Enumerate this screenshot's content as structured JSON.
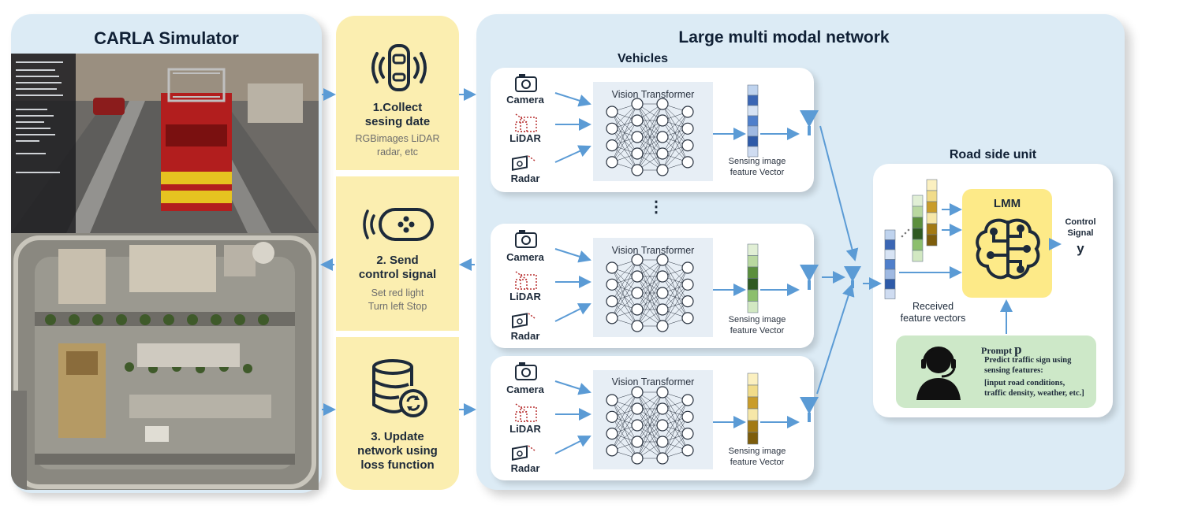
{
  "carla": {
    "title": "CARLA Simulator"
  },
  "steps": [
    {
      "title_line1": "1.Collect",
      "title_line2": "sesing date",
      "sub_line1": "RGBimages  LiDAR",
      "sub_line2": "radar, etc"
    },
    {
      "title_line1": "2. Send",
      "title_line2": "control signal",
      "sub_line1": "Set red light",
      "sub_line2": "Turn left Stop"
    },
    {
      "title_line1": "3. Update",
      "title_line2": "network using",
      "title_line3": "loss function"
    }
  ],
  "network": {
    "title": "Large multi modal network",
    "vehicles_title": "Vehicles",
    "ellipsis": "⋮",
    "sensors": [
      "Camera",
      "LiDAR",
      "Radar"
    ],
    "vt_label": "Vision Transformer",
    "sensing_line1": "Sensing image",
    "sensing_line2": "feature Vector"
  },
  "rsu": {
    "title": "Road side unit",
    "lmm": "LMM",
    "received_line1": "Received",
    "received_line2": "feature vectors",
    "control_line1": "Control",
    "control_line2": "Signal",
    "control_var": "y",
    "prompt_title": "Prompt ",
    "prompt_var": "p",
    "prompt_line1": "Predict traffic sign using",
    "prompt_line2": "sensing features:",
    "prompt_line3": "[input road conditions,",
    "prompt_line4": "traffic density, weather, etc.]"
  },
  "colors": {
    "panel_bg": "#dcebf5",
    "step_bg": "#fbeeb0",
    "arrow": "#5b9bd5",
    "lmm_box": "#fdea88",
    "prompt_bg": "#cde8c8",
    "vector_blue": [
      "#bfd3ee",
      "#3b66b4",
      "#d7e3f4",
      "#4f7fcb",
      "#9fb9e2",
      "#2e5aa8",
      "#cfdcf1"
    ],
    "vector_green": [
      "#e1efd5",
      "#b9d8a0",
      "#5b8f3d",
      "#2f5a22",
      "#8cbf6d",
      "#d2e8c2"
    ],
    "vector_gold": [
      "#fbf0c0",
      "#f1dc8a",
      "#c99c2a",
      "#f6e7a8",
      "#a37a14",
      "#7d5d0c"
    ]
  },
  "icons": [
    "car-sensing-icon",
    "controller-signal-icon",
    "database-sync-icon",
    "camera-icon",
    "lidar-icon",
    "radar-icon",
    "brain-circuit-icon",
    "person-headset-icon",
    "antenna-icon"
  ]
}
